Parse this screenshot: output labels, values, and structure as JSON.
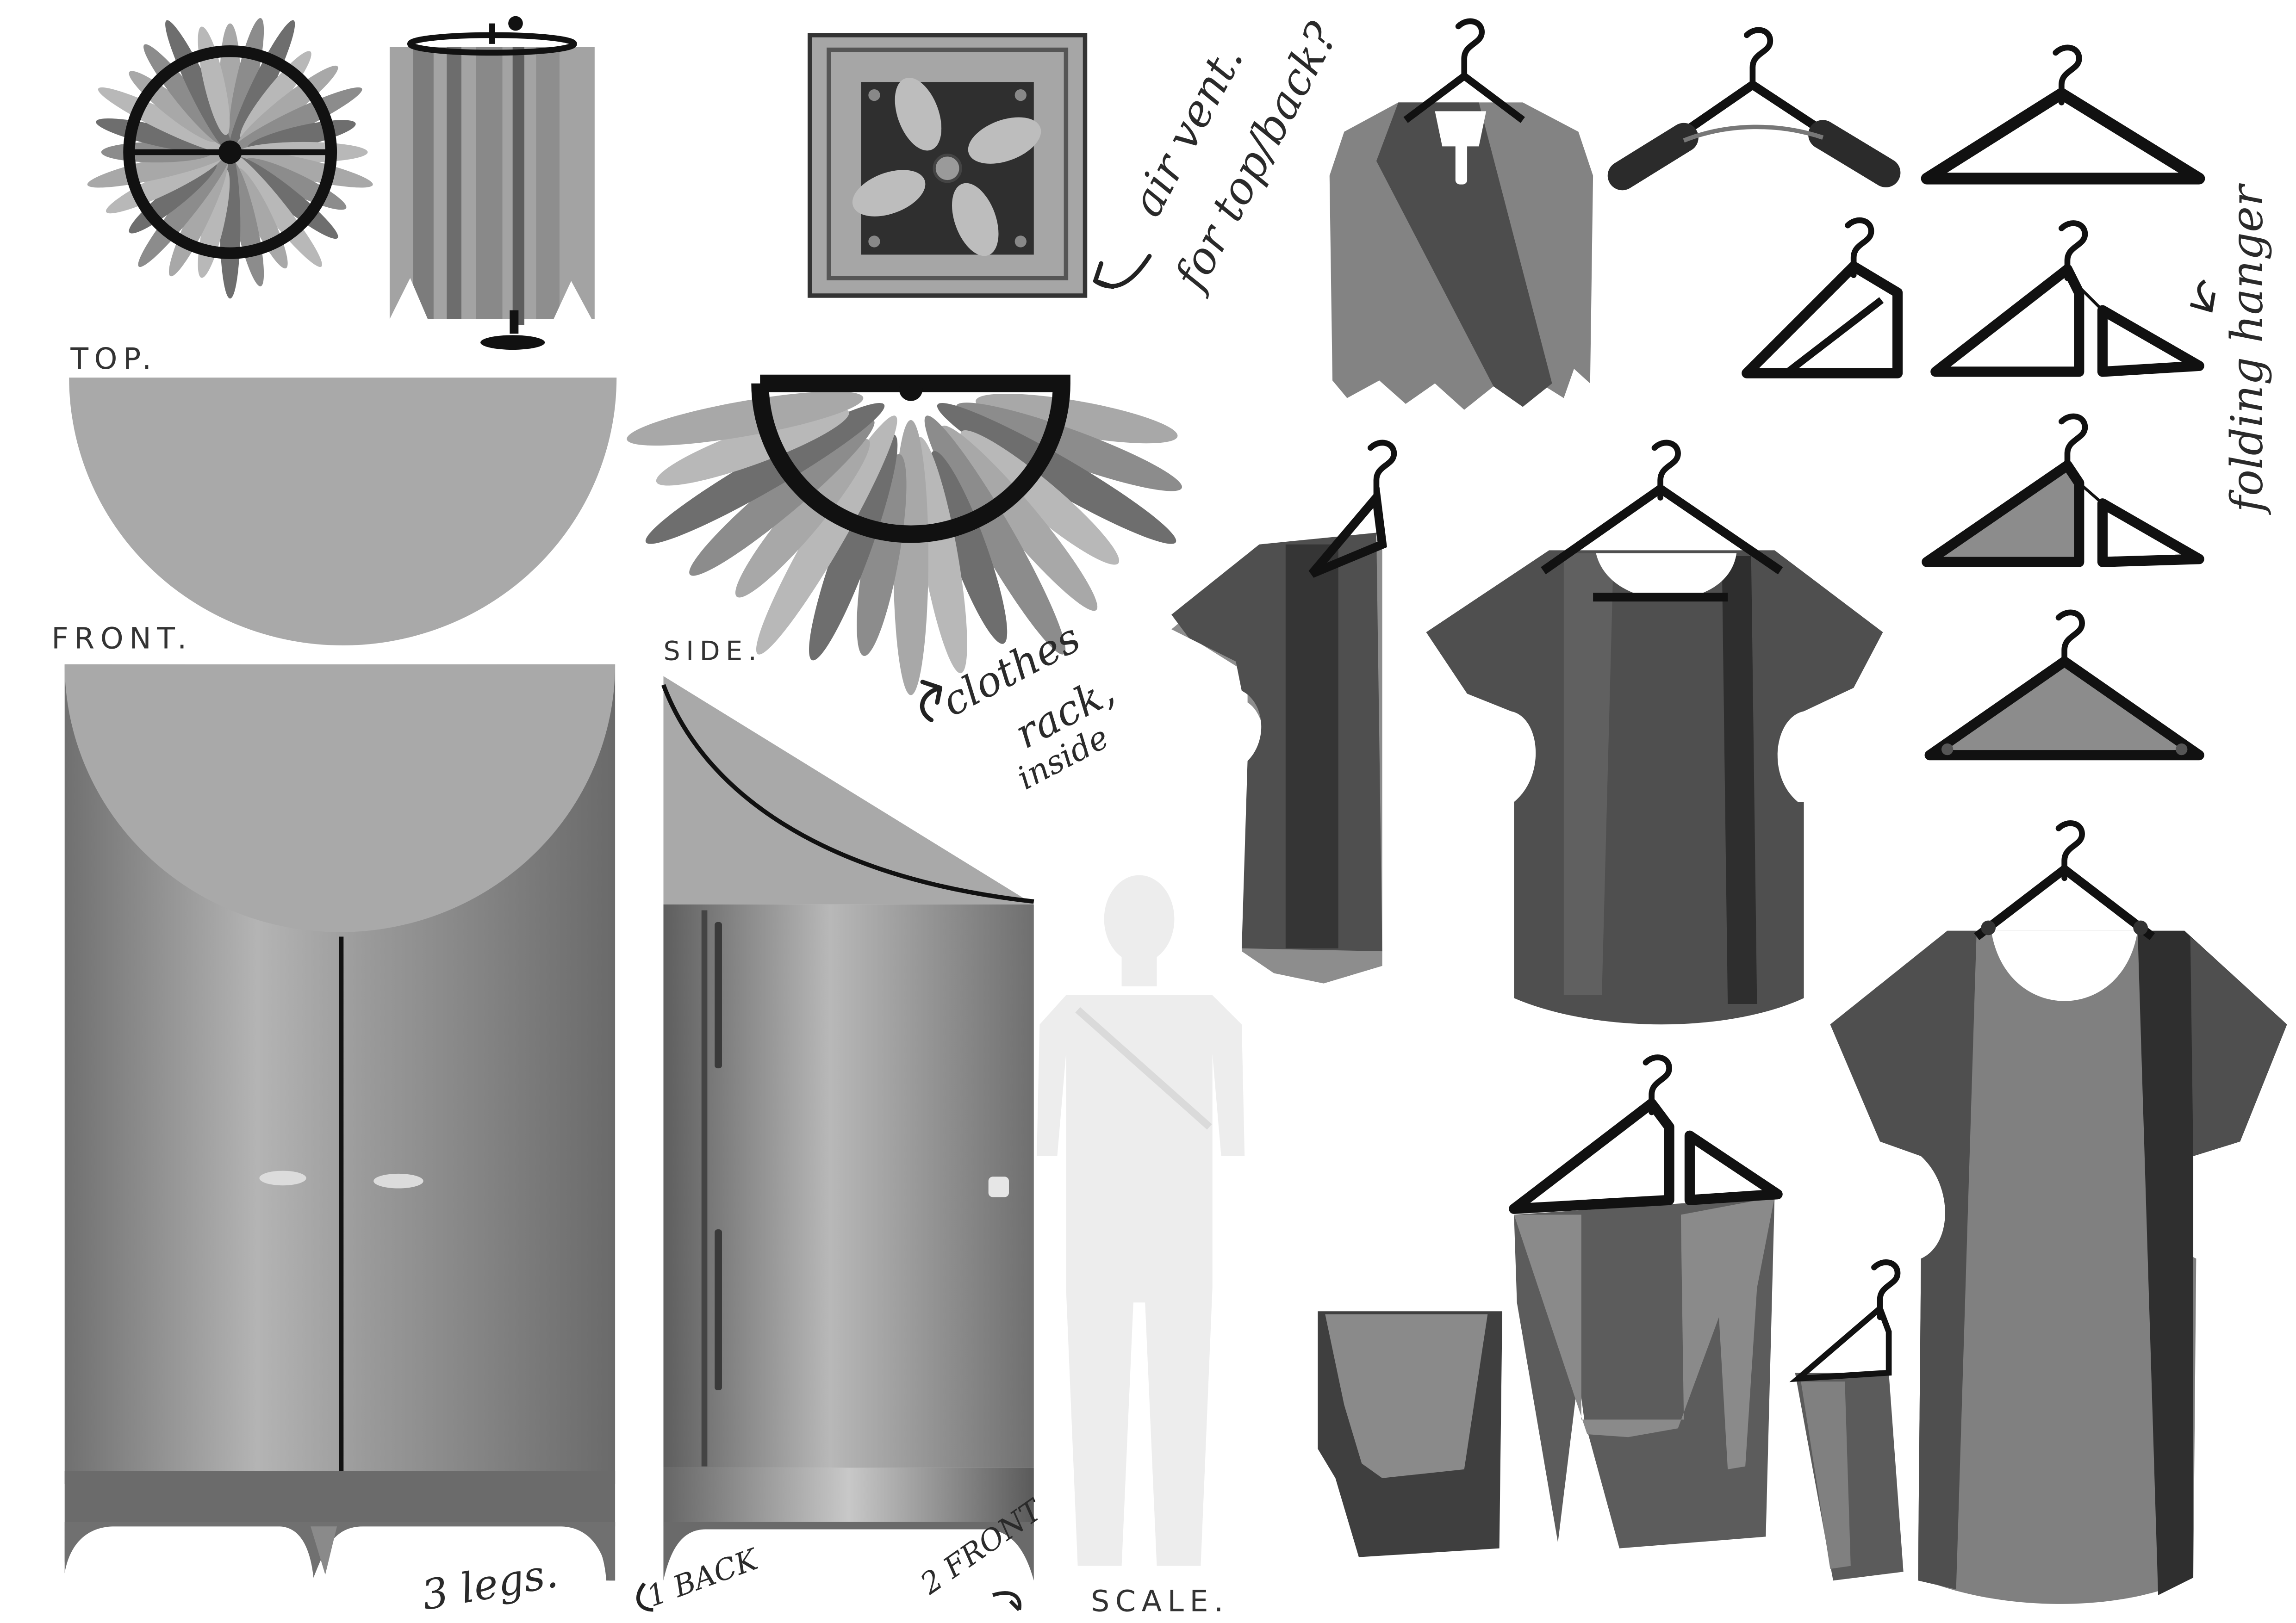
{
  "labels": {
    "top": "TOP.",
    "front": "FRONT.",
    "side": "SIDE.",
    "legs": "3 legs.",
    "back_leg": "1 BACK",
    "front_legs": "2 FRONT",
    "scale": "SCALE.",
    "vent_line1": "air vent.",
    "vent_line2": "for top/back?",
    "rack_line1": "clothes",
    "rack_line2": "rack,",
    "rack_line3": "inside",
    "folding": "folding hanger"
  },
  "palette": {
    "ink": "#111111",
    "light_gray": "#a9a9a9",
    "mid_gray": "#808080",
    "dark_gray": "#4d4d4d",
    "charcoal": "#2e2e2e",
    "figure": "#eeeeee"
  }
}
